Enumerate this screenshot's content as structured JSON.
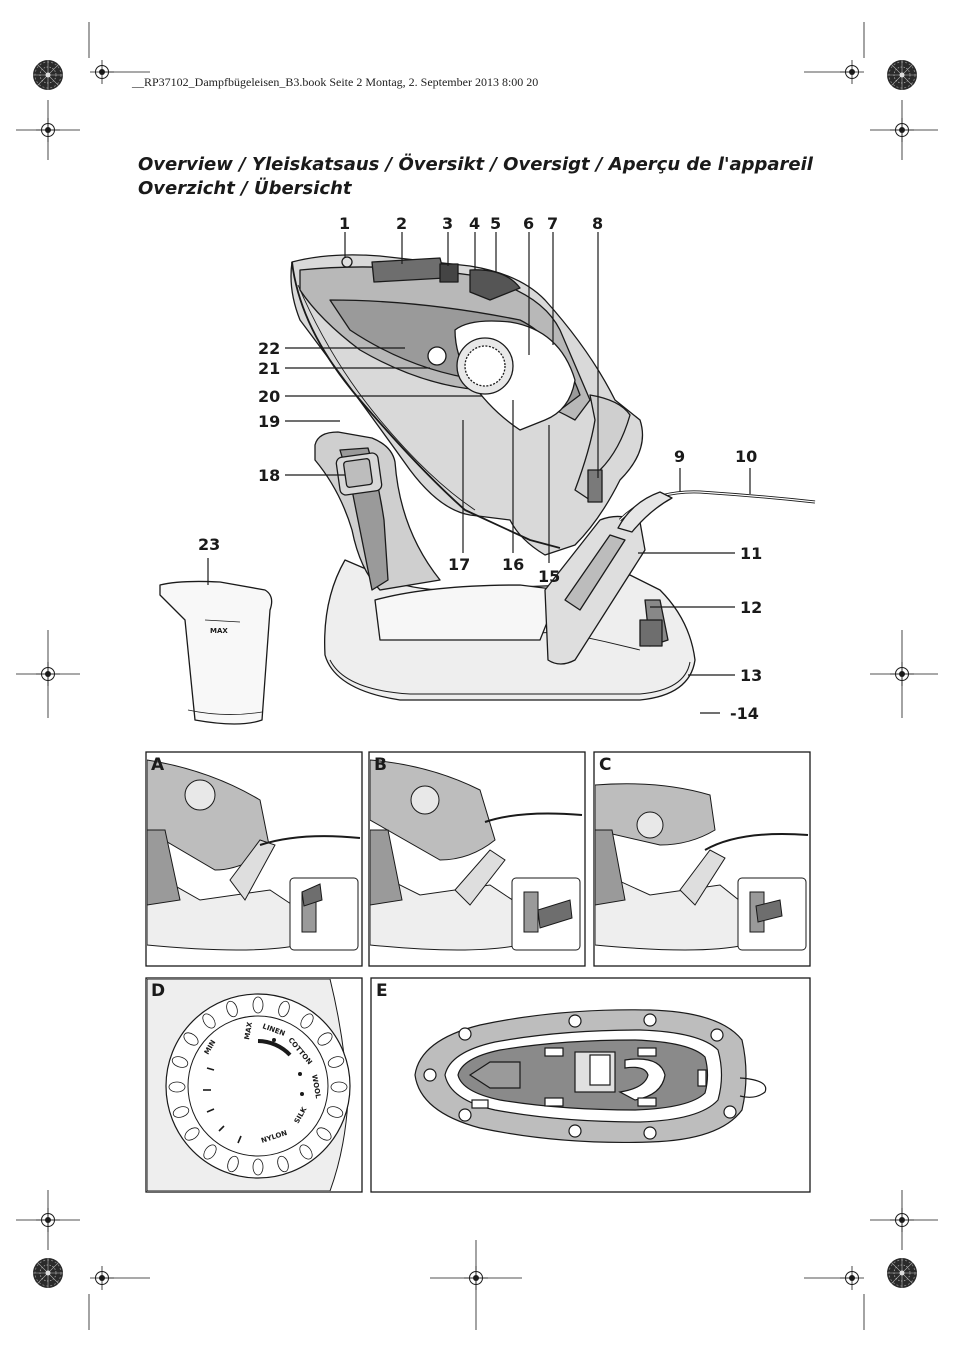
{
  "header": {
    "file_info": "__RP37102_Dampfbügeleisen_B3.book  Seite 2  Montag, 2. September 2013  8:00 20"
  },
  "title": {
    "line1": "Overview / Yleiskatsaus / Översikt / Oversigt / Aperçu de l'appareil",
    "line2": "Overzicht / Übersicht"
  },
  "callouts": {
    "n1": "1",
    "n2": "2",
    "n3": "3",
    "n4": "4",
    "n5": "5",
    "n6": "6",
    "n7": "7",
    "n8": "8",
    "n9": "9",
    "n10": "10",
    "n11": "11",
    "n12": "12",
    "n13": "13",
    "n14": "-14",
    "n15": "15",
    "n16": "16",
    "n17": "17",
    "n18": "18",
    "n19": "19",
    "n20": "20",
    "n21": "21",
    "n22": "22",
    "n23": "23"
  },
  "jug": {
    "max_label": "MAX"
  },
  "panels": {
    "a": "A",
    "b": "B",
    "c": "C",
    "d": "D",
    "e": "E"
  },
  "dial": {
    "min": "MIN",
    "max": "MAX",
    "linen": "LINEN",
    "cotton": "COTTON",
    "wool": "WOOL",
    "silk": "SILK",
    "nylon": "NYLON"
  },
  "colors": {
    "ink": "#1a1a1a",
    "mid_gray": "#9a9a9a",
    "light_gray": "#e2e2e2",
    "dark_gray": "#6e6e6e"
  }
}
